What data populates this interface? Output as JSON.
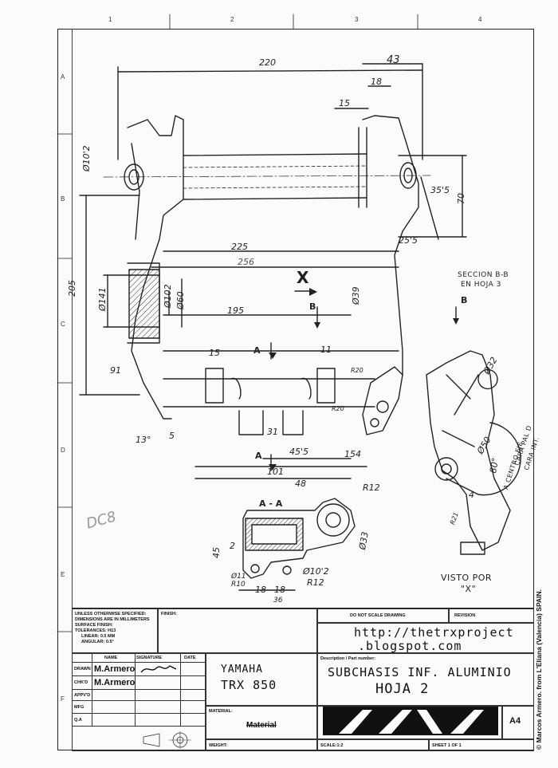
{
  "grid": {
    "columns": [
      "1",
      "2",
      "3",
      "4"
    ],
    "rows": [
      "A",
      "B",
      "C",
      "D",
      "E",
      "F"
    ]
  },
  "dimensions": {
    "d220": "220",
    "d43": "43",
    "d18_top": "18",
    "d15_top": "15",
    "d10_2": "Ø10'2",
    "d35_5": "35'5",
    "d70": "70",
    "d225": "225",
    "d25_5": "25'5",
    "d256": "256",
    "d205": "205",
    "d141": "Ø141",
    "d102": "Ø102",
    "d60": "Ø60",
    "d195": "195",
    "d39": "Ø39",
    "d15_mid": "15",
    "d11": "11",
    "d91": "91",
    "d20a": "R20",
    "d20b": "R20",
    "d13deg": "13°",
    "d5": "5",
    "d31": "31",
    "d45_5": "45'5",
    "d154": "154",
    "d101": "101",
    "d48": "48",
    "dR12_top": "R12",
    "d45": "45",
    "d2": "2",
    "d33": "Ø33",
    "d11r10": "Ø11 R10",
    "d10_2b": "Ø10'2",
    "dR12b": "R12",
    "d18a": "18",
    "d18b": "18",
    "d36": "36",
    "d32": "Ø32",
    "d50": "Ø50",
    "d80deg": "80°",
    "d4": "4",
    "dR21": "R21"
  },
  "annotations": {
    "section_bb": "SECCION B-B",
    "section_bb_sheet": "EN HOJA 3",
    "view_x_label": "X",
    "b_left": "B",
    "b_right": "B",
    "a_top": "A",
    "a_bottom": "A",
    "section_aa": "A - A",
    "visto_por": "VISTO POR",
    "visto_x": "\"X\"",
    "centro_eje_1": "A CENTRO EJE",
    "centro_eje_2": "CARA PAL D",
    "centro_eje_3": "CARA INT.",
    "scribble": "DC8"
  },
  "title_block": {
    "general_notes": [
      "UNLESS OTHERWISE SPECIFIED:",
      "DIMENSIONS ARE IN MILLIMETERS",
      "SURFACE FINISH:",
      "TOLERANCES: H13",
      "LINEAR: 0.5 mm",
      "ANGULAR: 0.5°"
    ],
    "finish_label": "FINISH:",
    "do_not_scale": "DO NOT SCALE DRAWING",
    "revision_label": "REVISION",
    "url_line1": "http://thetrxproject",
    "url_line2": ".blogspot.com",
    "name_header": "NAME",
    "signature_header": "SIGNATURE",
    "date_header": "DATE",
    "roles": [
      "DRAWN",
      "CHK'D",
      "APPV'D",
      "MFG",
      "Q.A"
    ],
    "drawn_name": "M.Armero",
    "checked_name": "M.Armero",
    "model_line1": "YAMAHA",
    "model_line2": "TRX 850",
    "description_label": "Description / Part number:",
    "description_line1": "SUBCHASIS INF. ALUMINIO",
    "description_line2": "HOJA 2",
    "material_label": "MATERIAL:",
    "material_value": "Material",
    "weight_label": "WEIGHT:",
    "scale_label": "SCALE:1:2",
    "sheet_label": "SHEET 1 OF 1",
    "paper_size": "A4"
  },
  "side_credit": "© Marcos Armero. from L'Eliana (Valencia) SPAIN."
}
